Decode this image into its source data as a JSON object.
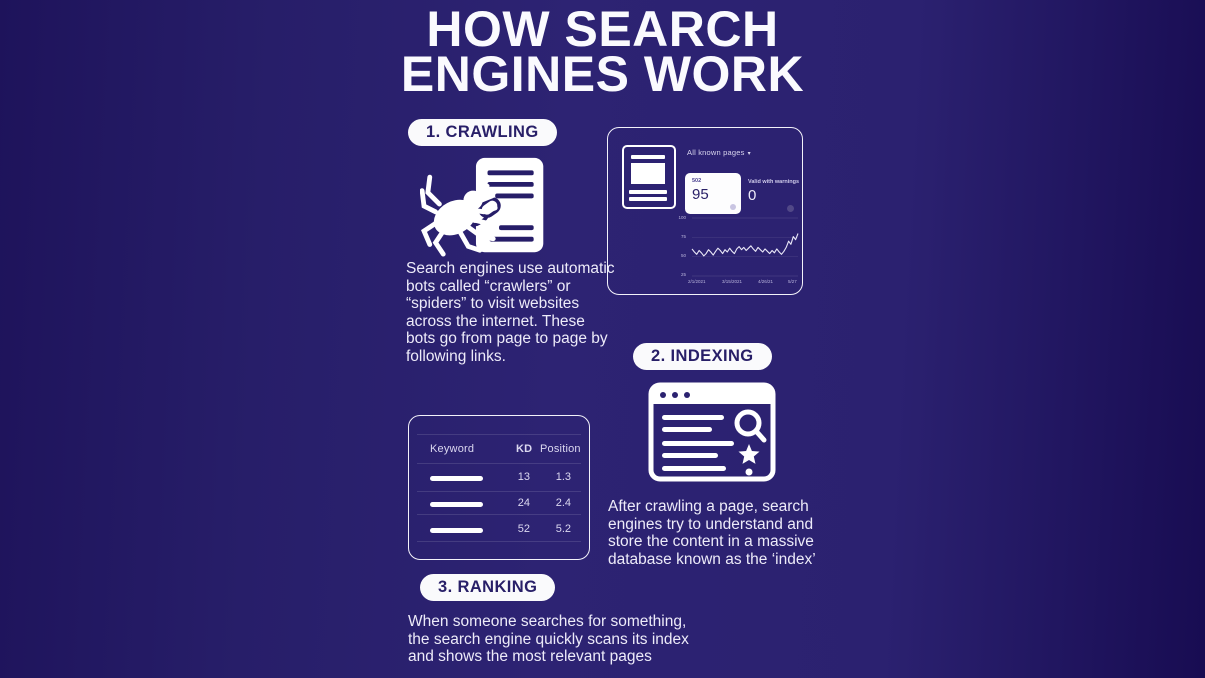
{
  "title": {
    "text": "HOW SEARCH\nENGINES WORK"
  },
  "sections": {
    "crawling": {
      "badge": "1. CRAWLING",
      "description": "Search engines use automatic bots called “crawlers” or “spiders” to visit websites across the internet. These bots go from page to page by following links."
    },
    "indexing": {
      "badge": "2. INDEXING",
      "description": "After crawling a page, search engines try to understand and store the content in a massive database known as the ‘index’"
    },
    "ranking": {
      "badge": "3. RANKING",
      "description": "When someone searches for something, the search engine quickly scans its index and shows the most relevant pages"
    }
  },
  "console_panel": {
    "dropdown_label": "All known pages",
    "dropdown_caret": "▾",
    "cards": [
      {
        "label": "502",
        "value": "95"
      },
      {
        "label": "Valid with warnings",
        "value": "0"
      }
    ],
    "chart_data": {
      "type": "line",
      "title": "",
      "xlabel": "",
      "ylabel": "",
      "legend": "none",
      "grid": "faint-horizontal",
      "ylim": [
        25,
        100
      ],
      "yticks": [
        "100",
        "75",
        "50",
        "25"
      ],
      "xticks": [
        "2/1/2021",
        "3/15/2021",
        "4/26/21",
        "5/27"
      ],
      "values": [
        60,
        56,
        53,
        58,
        55,
        51,
        54,
        59,
        56,
        52,
        57,
        61,
        58,
        54,
        59,
        56,
        61,
        57,
        54,
        60,
        63,
        59,
        62,
        58,
        61,
        64,
        60,
        57,
        62,
        59,
        56,
        60,
        57,
        54,
        58,
        55,
        60,
        56,
        53,
        57,
        62,
        70,
        66,
        76,
        72,
        80
      ]
    }
  },
  "keyword_table": {
    "headers": {
      "keyword": "Keyword",
      "kd": "KD",
      "position": "Position"
    },
    "rows": [
      {
        "kd": "13",
        "position": "1.3"
      },
      {
        "kd": "24",
        "position": "2.4"
      },
      {
        "kd": "52",
        "position": "5.2"
      }
    ]
  },
  "colors": {
    "background": "#2B2270",
    "background_edge": "#180C52",
    "ink": "#FFFFFF",
    "badge_text": "#281F68"
  }
}
